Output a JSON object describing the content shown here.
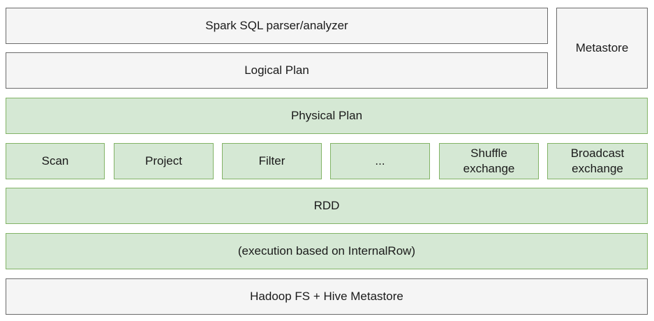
{
  "layers": {
    "parser": "Spark SQL parser/analyzer",
    "logical_plan": "Logical Plan",
    "metastore": "Metastore",
    "physical_plan": "Physical Plan",
    "operators": [
      "Scan",
      "Project",
      "Filter",
      "...",
      "Shuffle\nexchange",
      "Broadcast\nexchange"
    ],
    "rdd": "RDD",
    "execution": "(execution based on InternalRow)",
    "storage": "Hadoop FS + Hive Metastore"
  },
  "colors": {
    "gray_fill": "#f5f5f5",
    "gray_border": "#6b6b6b",
    "green_fill": "#d5e8d4",
    "green_border": "#82b366"
  }
}
